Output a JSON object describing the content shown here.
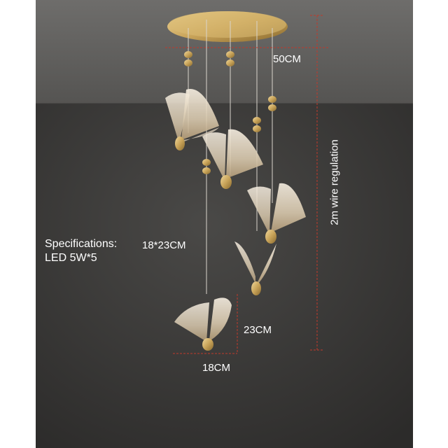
{
  "labels": {
    "width_top": "50CM",
    "wire": "2m wire regulation",
    "spec_title": "Specifications:",
    "spec_value": "LED 5W*5",
    "size_pair": "18*23CM",
    "height_dim": "23CM",
    "width_dim": "18CM"
  },
  "colors": {
    "dimension_line": "#c0392b",
    "text": "#ffffff",
    "brass": "#c9a45a"
  }
}
